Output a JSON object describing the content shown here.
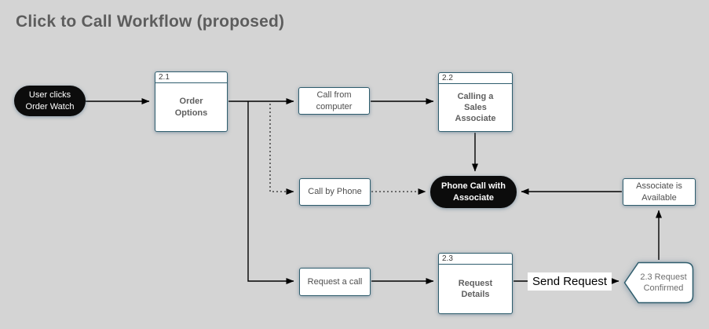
{
  "title": "Click to Call Workflow (proposed)",
  "nodes": {
    "start": {
      "label": "User clicks\nOrder Watch"
    },
    "order_options": {
      "id": "2.1",
      "label": "Order\nOptions"
    },
    "call_from_computer": {
      "label": "Call from\ncomputer"
    },
    "calling_sales_associate": {
      "id": "2.2",
      "label": "Calling a\nSales\nAssociate"
    },
    "call_by_phone": {
      "label": "Call by Phone"
    },
    "phone_call_with_associate": {
      "label": "Phone Call with\nAssociate"
    },
    "associate_is_available": {
      "label": "Associate is\nAvailable"
    },
    "request_a_call": {
      "label": "Request a call"
    },
    "request_details": {
      "id": "2.3",
      "label": "Request\nDetails"
    },
    "request_confirmed": {
      "label": "2.3 Request\nConfirmed"
    }
  },
  "edge_labels": {
    "send_request": "Send Request"
  },
  "colors": {
    "background": "#d4d4d4",
    "node_border": "#2f5d6d",
    "node_fill": "#ffffff",
    "pill_fill": "#0c0c0c",
    "pill_text": "#ffffff",
    "body_text": "#4d4d4d",
    "title_text": "#5d5d5d",
    "connector": "#000000"
  }
}
